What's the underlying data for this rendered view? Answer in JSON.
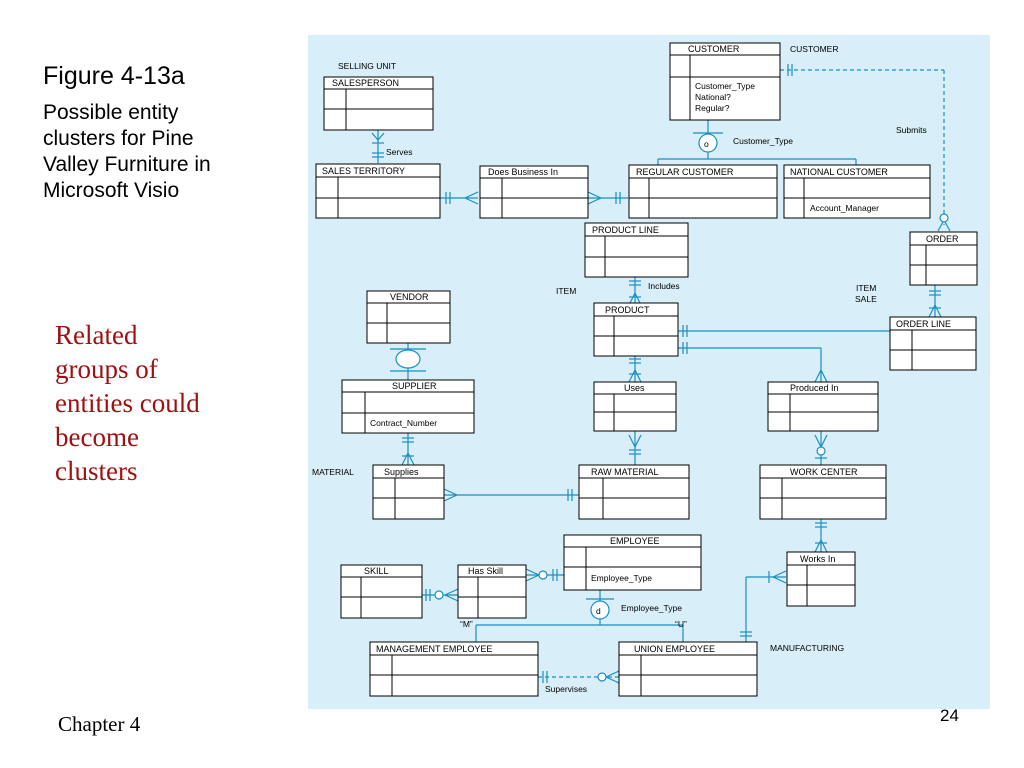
{
  "slide": {
    "title": "Figure 4-13a",
    "subtitle": "Possible entity\nclusters for Pine\nValley Furniture in\nMicrosoft Visio",
    "note": "Related\ngroups of\nentities could\nbecome\nclusters",
    "footer": "Chapter 4",
    "page_number": "24"
  },
  "colors": {
    "background": "#d8eef8",
    "connector": "#1a8fc4",
    "note": "#a01010"
  },
  "entities": {
    "customer": {
      "name": "CUSTOMER",
      "attributes": [
        "Customer_Type",
        "National?",
        "Regular?"
      ]
    },
    "salesperson": {
      "name": "SALESPERSON"
    },
    "sales_territory": {
      "name": "SALES TERRITORY"
    },
    "does_business_in": {
      "name": "Does Business In"
    },
    "regular_customer": {
      "name": "REGULAR CUSTOMER"
    },
    "national_customer": {
      "name": "NATIONAL CUSTOMER",
      "attributes": [
        "Account_Manager"
      ]
    },
    "product_line": {
      "name": "PRODUCT LINE"
    },
    "order": {
      "name": "ORDER"
    },
    "vendor": {
      "name": "VENDOR"
    },
    "product": {
      "name": "PRODUCT"
    },
    "order_line": {
      "name": "ORDER LINE"
    },
    "supplier": {
      "name": "SUPPLIER",
      "attributes": [
        "Contract_Number"
      ]
    },
    "uses": {
      "name": "Uses"
    },
    "produced_in": {
      "name": "Produced In"
    },
    "supplies": {
      "name": "Supplies"
    },
    "raw_material": {
      "name": "RAW MATERIAL"
    },
    "work_center": {
      "name": "WORK CENTER"
    },
    "employee": {
      "name": "EMPLOYEE",
      "attributes": [
        "Employee_Type"
      ]
    },
    "skill": {
      "name": "SKILL"
    },
    "has_skill": {
      "name": "Has Skill"
    },
    "works_in": {
      "name": "Works In"
    },
    "management_employee": {
      "name": "MANAGEMENT EMPLOYEE"
    },
    "union_employee": {
      "name": "UNION EMPLOYEE"
    }
  },
  "labels": {
    "selling_unit": "SELLING UNIT",
    "customer_cluster": "CUSTOMER",
    "item": "ITEM",
    "item_sale_1": "ITEM",
    "item_sale_2": "SALE",
    "material": "MATERIAL",
    "manufacturing": "MANUFACTURING",
    "serves": "Serves",
    "submits": "Submits",
    "includes": "Includes",
    "supervises": "Supervises",
    "customer_type": "Customer_Type",
    "employee_type": "Employee_Type",
    "disjoint_o": "o",
    "disjoint_d": "d",
    "m": "“M”",
    "u": "“U”"
  }
}
